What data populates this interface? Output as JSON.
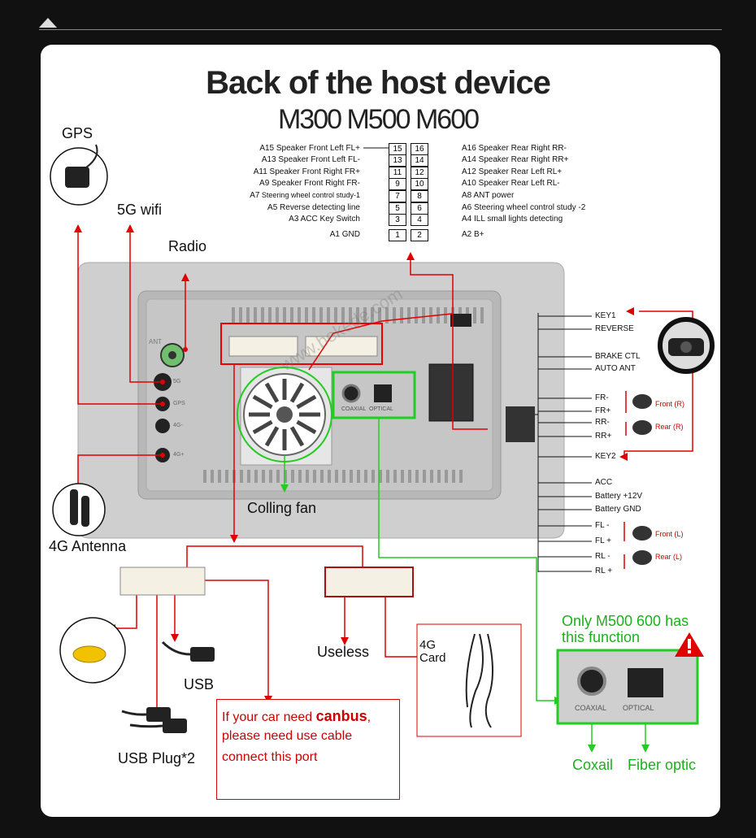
{
  "title": "Back of the host device",
  "subtitle": "M300 M500 M600",
  "connector_pins": {
    "left": [
      {
        "pin": "A15",
        "label": "Speaker Front Left FL+",
        "box": "15"
      },
      {
        "pin": "A13",
        "label": "Speaker Front Left FL-",
        "box": "13"
      },
      {
        "pin": "A11",
        "label": "Speaker Front Right FR+",
        "box": "11"
      },
      {
        "pin": "A9",
        "label": "Speaker Front Right FR-",
        "box": "9"
      },
      {
        "pin": "A7",
        "label": "Steering wheel control study-1",
        "box": "7"
      },
      {
        "pin": "A5",
        "label": "Reverse detecting line",
        "box": "5"
      },
      {
        "pin": "A3",
        "label": "ACC Key Switch",
        "box": "3"
      },
      {
        "pin": "A1",
        "label": "GND",
        "box": "1"
      }
    ],
    "right": [
      {
        "pin": "A16",
        "label": "Speaker Rear Right RR-",
        "box": "16"
      },
      {
        "pin": "A14",
        "label": "Speaker Rear Right RR+",
        "box": "14"
      },
      {
        "pin": "A12",
        "label": "Speaker Rear Left RL+",
        "box": "12"
      },
      {
        "pin": "A10",
        "label": "Speaker Rear Left RL-",
        "box": "10"
      },
      {
        "pin": "A8",
        "label": "ANT power",
        "box": "8"
      },
      {
        "pin": "A6",
        "label": "Steering wheel control study -2",
        "box": "6"
      },
      {
        "pin": "A4",
        "label": "ILL small lights detecting",
        "box": "4"
      },
      {
        "pin": "A2",
        "label": "B+",
        "box": "2"
      }
    ]
  },
  "labels": {
    "gps": "GPS",
    "wifi": "5G wifi",
    "radio": "Radio",
    "fan": "Colling fan",
    "antenna": "4G Antenna",
    "usb": "USB",
    "usb_plug": "USB Plug*2",
    "useless": "Useless",
    "card_4g": "4G",
    "card_4g_2": "Card",
    "only_m500_1": "Only M500 600 has",
    "only_m500_2": "this function",
    "coaxial": "Coxail",
    "fiber": "Fiber optic",
    "ant": "ANT",
    "coaxial_port": "COAXIAL",
    "optical_port": "OPTICAL",
    "watermark": "www.bekede.com"
  },
  "side_ports": [
    "5G",
    "GPS",
    "4G-",
    "4G+"
  ],
  "wires": [
    "KEY1",
    "REVERSE",
    "BRAKE CTL",
    "AUTO ANT",
    "FR-",
    "FR+",
    "RR-",
    "RR+",
    "KEY2",
    "ACC",
    "Battery +12V",
    "Battery GND",
    "FL -",
    "FL +",
    "RL -",
    "RL +"
  ],
  "speakers": {
    "front_r": "Front (R)",
    "rear_r": "Rear (R)",
    "front_l": "Front (L)",
    "rear_l": "Rear (L)"
  },
  "canbus": {
    "line1_pre": "If your car need ",
    "line1_bold": "canbus",
    "line1_post": ",",
    "line2": "please need use cable",
    "line3": "connect this port"
  },
  "colors": {
    "red": "#e00000",
    "green": "#22cc22",
    "panel": "#c9c9c9"
  }
}
